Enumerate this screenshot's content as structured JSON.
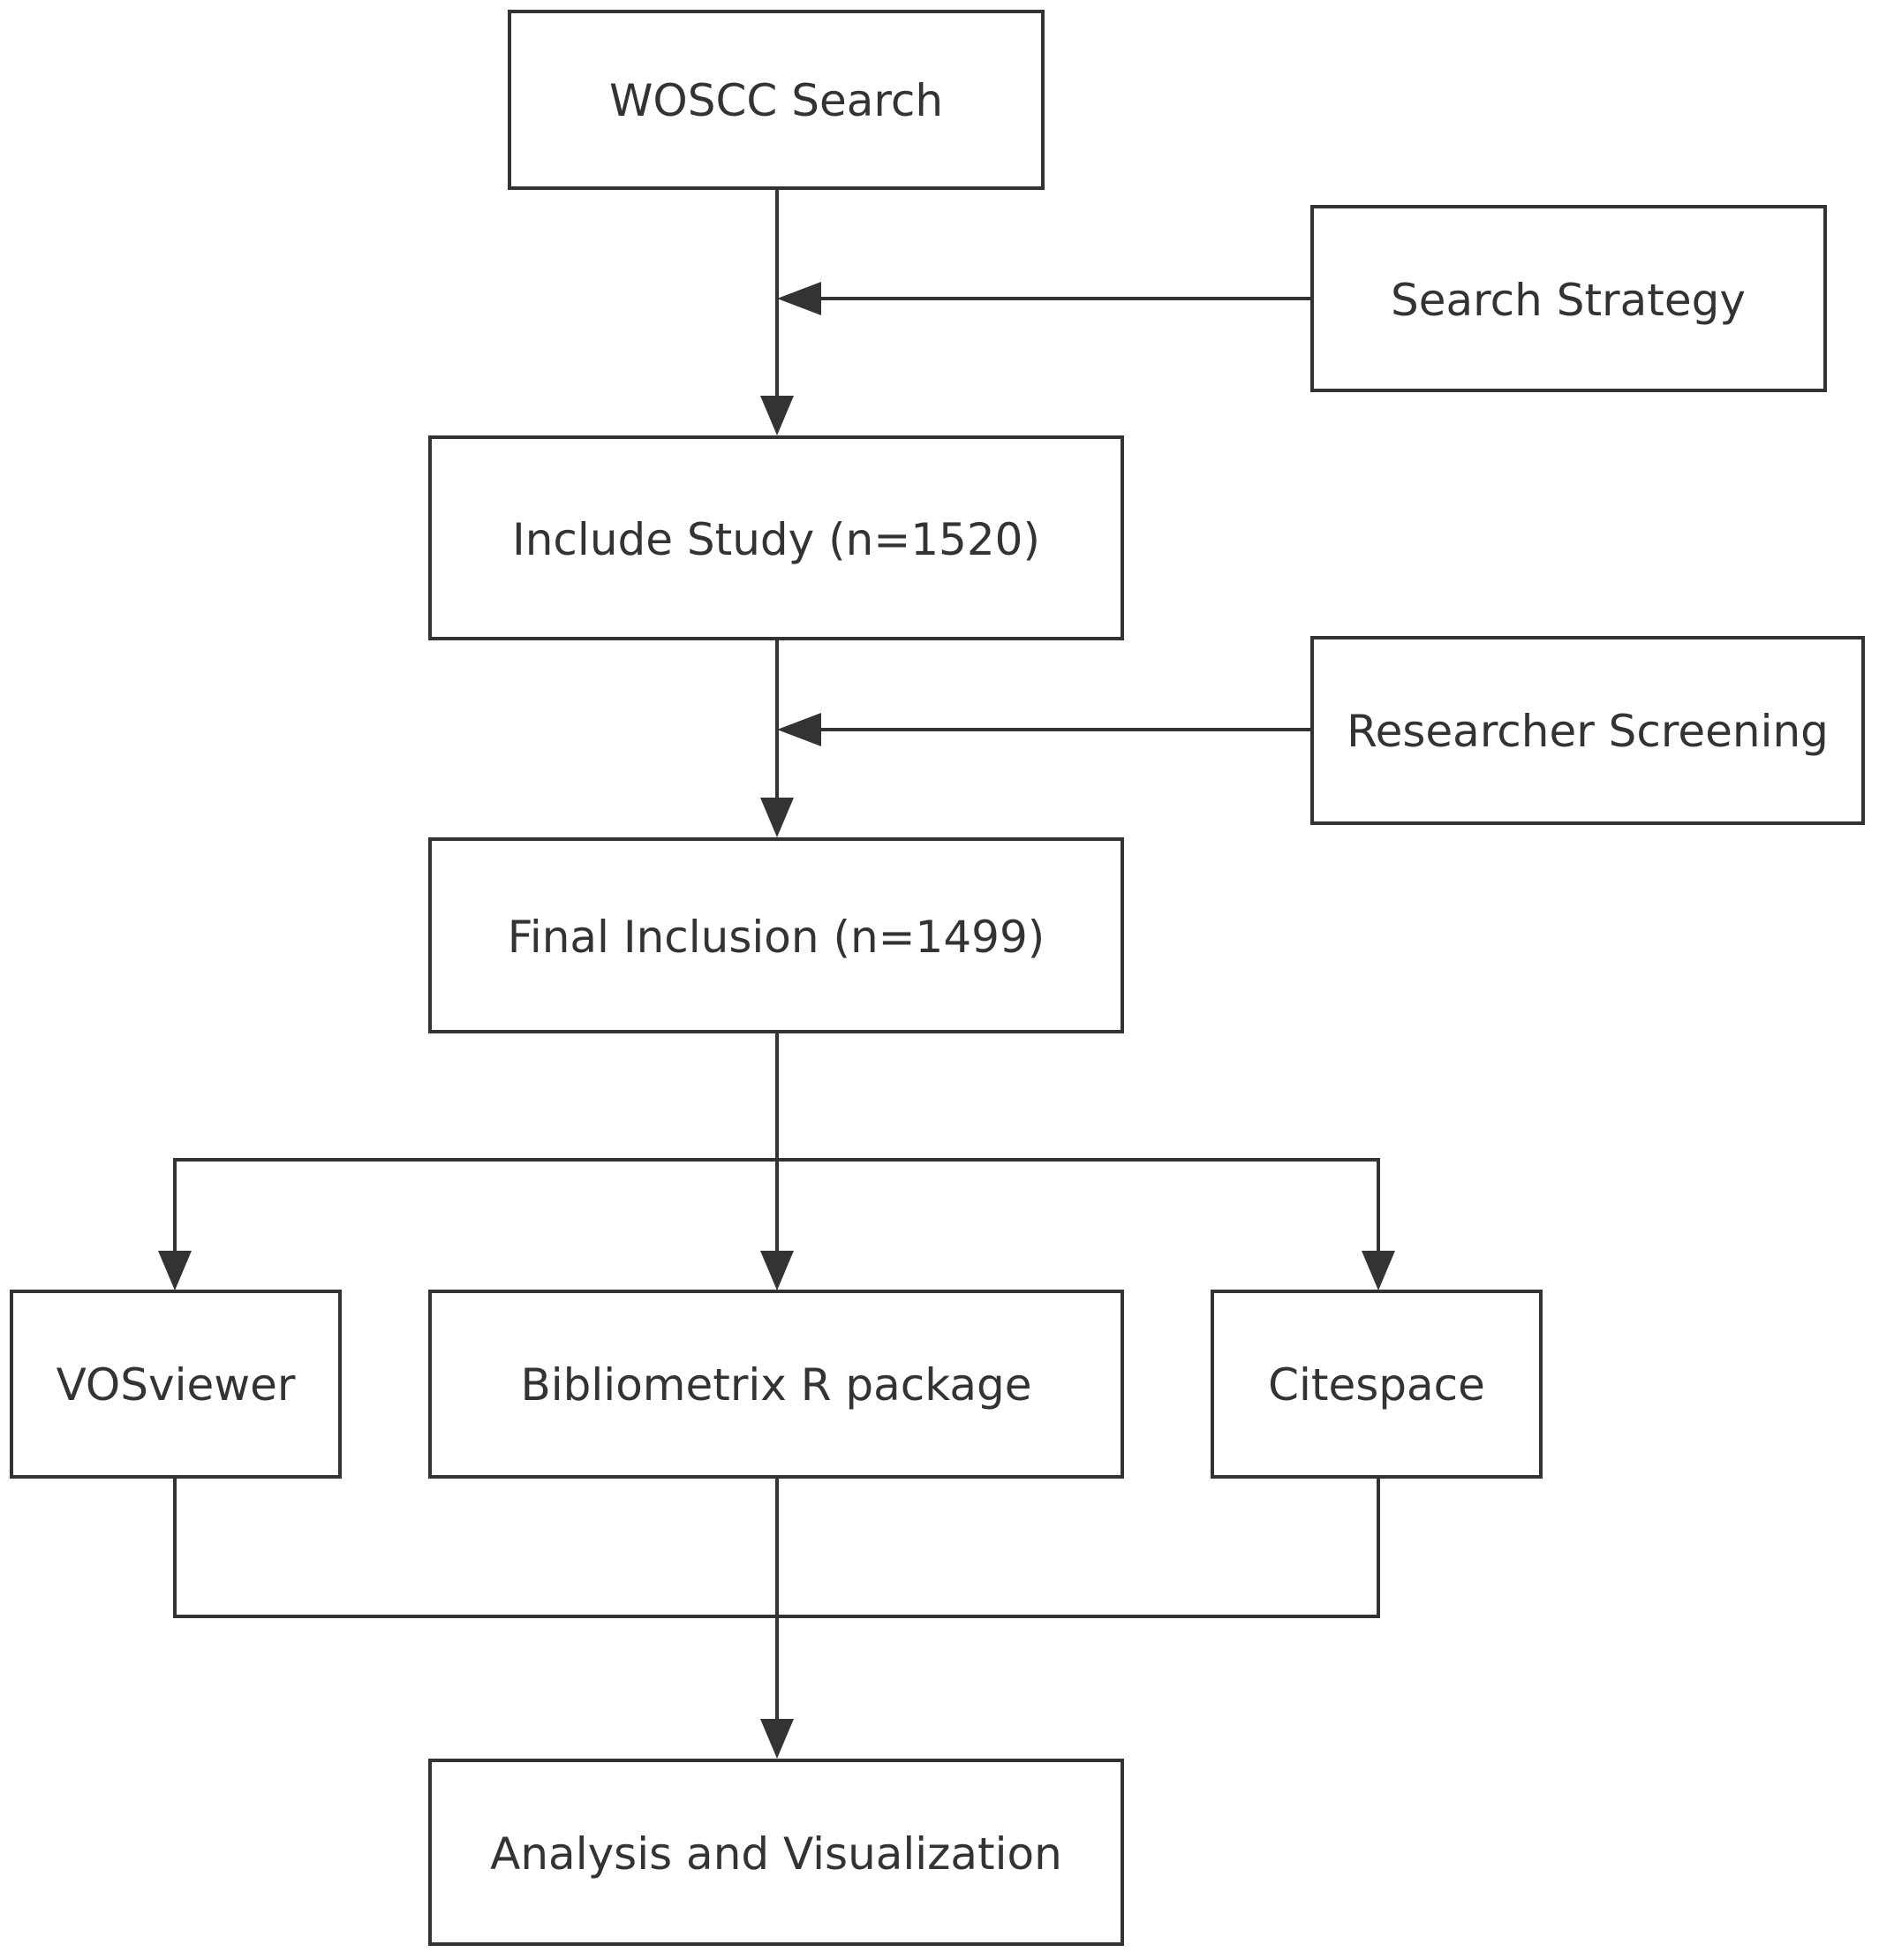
{
  "nodes": {
    "woscc_search": "WOSCC Search",
    "search_strategy": "Search Strategy",
    "include_study": "Include Study (n=1520)",
    "researcher_screening": "Researcher Screening",
    "final_inclusion": "Final Inclusion (n=1499)",
    "vosviewer": "VOSviewer",
    "bibliometrix": "Bibliometrix R package",
    "citespace": "Citespace",
    "analysis": "Analysis and Visualization"
  },
  "colors": {
    "stroke": "#333333",
    "text": "#333333",
    "background": "#ffffff"
  }
}
